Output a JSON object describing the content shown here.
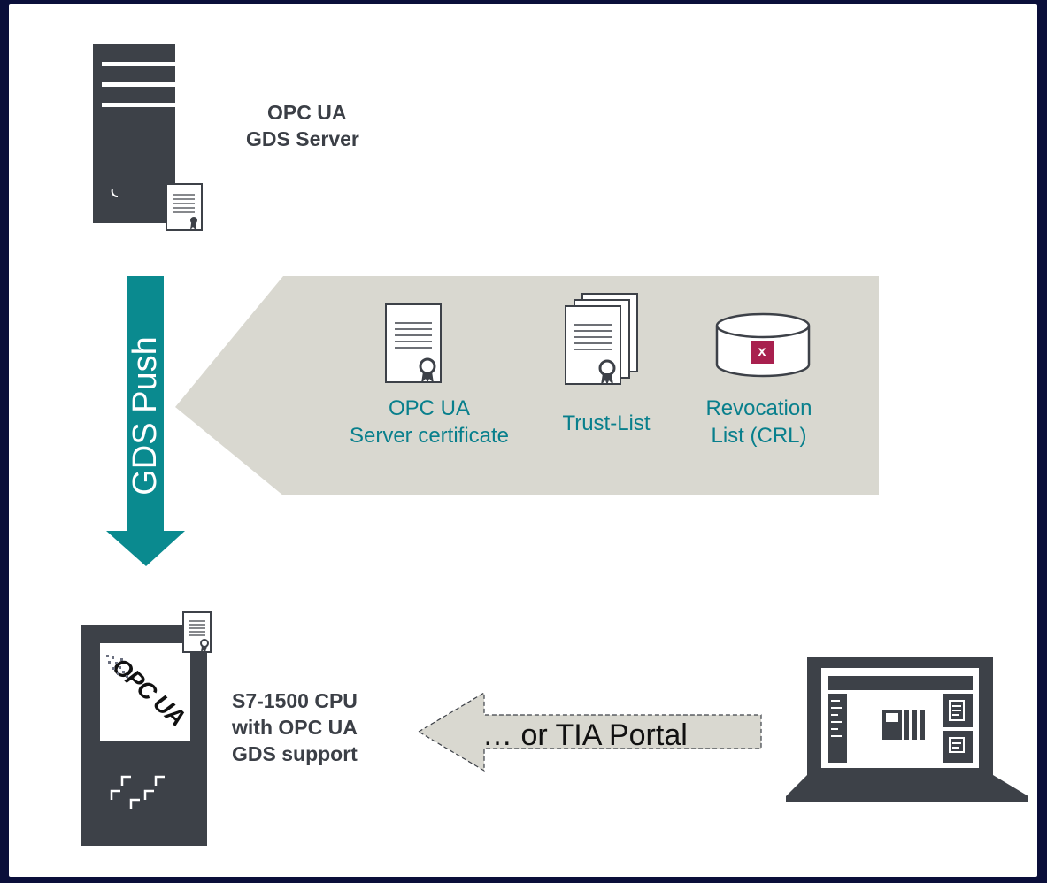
{
  "gds_server": {
    "line1": "OPC UA",
    "line2": "GDS Server"
  },
  "push_arrow": {
    "label": "GDS Push",
    "color": "#0a8a8f"
  },
  "payload": {
    "background": "#d9d8d0",
    "items": [
      {
        "icon": "certificate-icon",
        "line1": "OPC UA",
        "line2": "Server certificate"
      },
      {
        "icon": "certificate-stack-icon",
        "line1": "Trust-List",
        "line2": ""
      },
      {
        "icon": "database-revocation-icon",
        "line1": "Revocation",
        "line2": "List (CRL)"
      }
    ],
    "crl_mark": "x",
    "crl_color": "#a8204e"
  },
  "cpu": {
    "line1": "S7-1500 CPU",
    "line2": "with OPC UA",
    "line3": "GDS support",
    "logo_text": "OPC UA"
  },
  "tia_arrow": {
    "label": "… or TIA Portal"
  },
  "colors": {
    "device": "#3d4148",
    "text_dark": "#3b3f46",
    "teal_text": "#087f8c"
  }
}
